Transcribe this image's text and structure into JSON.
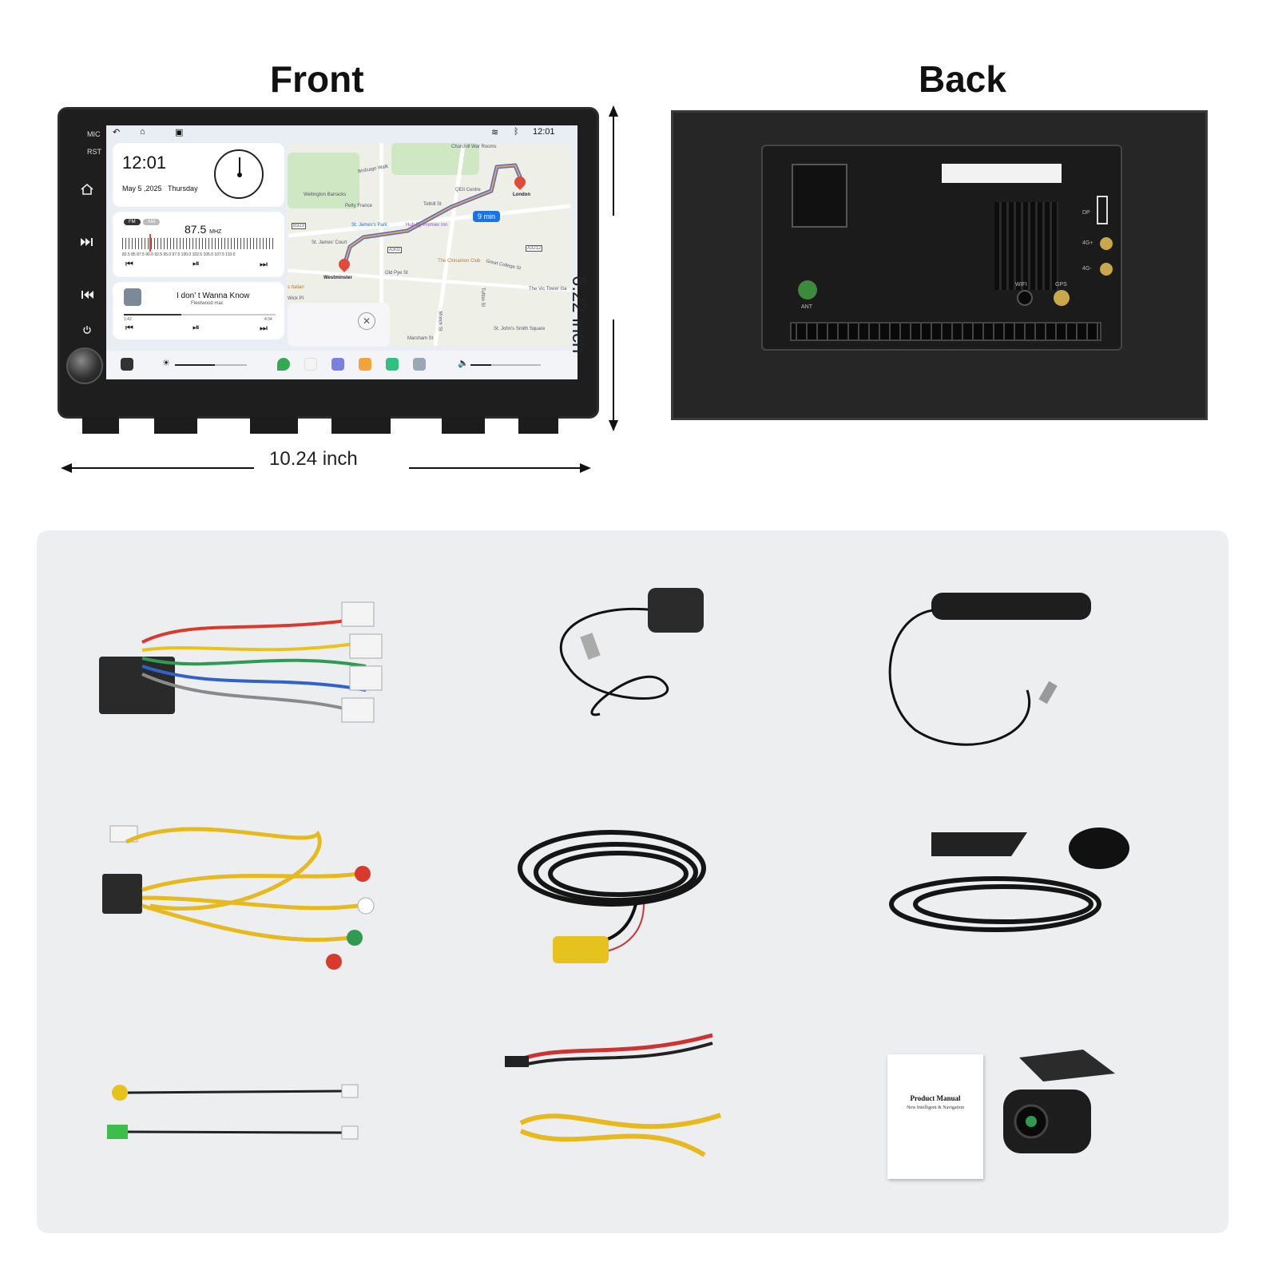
{
  "headings": {
    "front": "Front",
    "back": "Back"
  },
  "dimensions": {
    "width": "10.24 inch",
    "height": "6.22 inch"
  },
  "front_panel": {
    "mic_label": "MIC",
    "rst_label": "RST"
  },
  "screen": {
    "status_time": "12:01",
    "clock": {
      "time": "12:01",
      "date": "May 5 ,2025",
      "weekday": "Thursday"
    },
    "radio": {
      "fm": "FM",
      "am": "AM",
      "frequency": "87.5",
      "unit": "MHZ",
      "scale": "82.5   85   87.5   90.0   92.5   95.0   97.5   100.0   102.5   105.0   107.5   110.0"
    },
    "music": {
      "title": "I don’ t Wanna Know",
      "artist": "Fleetwood mac",
      "elapsed": "1:42",
      "total": "4:34",
      "progress": 0.38
    },
    "map": {
      "eta": "9 min",
      "labels": {
        "birdcage": "Birdcage Walk",
        "churchill": "Churchill War Rooms",
        "qeii": "QEII Centre",
        "london": "London",
        "wellington": "Wellington Barracks",
        "petty_france": "Petty France",
        "tothill": "Tothill St",
        "stjames_park": "St. James's Park",
        "hub": "Hub By Premier Inn",
        "stjames_court": "St. James' Court",
        "b323": "B323",
        "a302": "A302",
        "a3212": "A3212",
        "westminster": "Westminster",
        "cinnamon": "The Cinnamon Club",
        "great_college": "Great College St",
        "italian": "s Italian",
        "old_pye": "Old Pye St",
        "wick": "Wick Pl",
        "stjohns": "St. John's Smith Square",
        "vic_tower": "The Vic Tower Ga",
        "marsham": "Marsham St",
        "monck": "Monck St",
        "tufton": "Tufton St"
      }
    },
    "dock": {
      "brightness": 0.55,
      "volume": 0.3
    }
  },
  "back_panel": {
    "dp": "DP",
    "4g_plus": "4G+",
    "4g_minus": "4G-",
    "wifi": "WIFI",
    "gps": "GPS",
    "ant": "ANT"
  },
  "manual": {
    "title": "Product Manual",
    "subtitle": "New Intelligent & Navigation"
  }
}
